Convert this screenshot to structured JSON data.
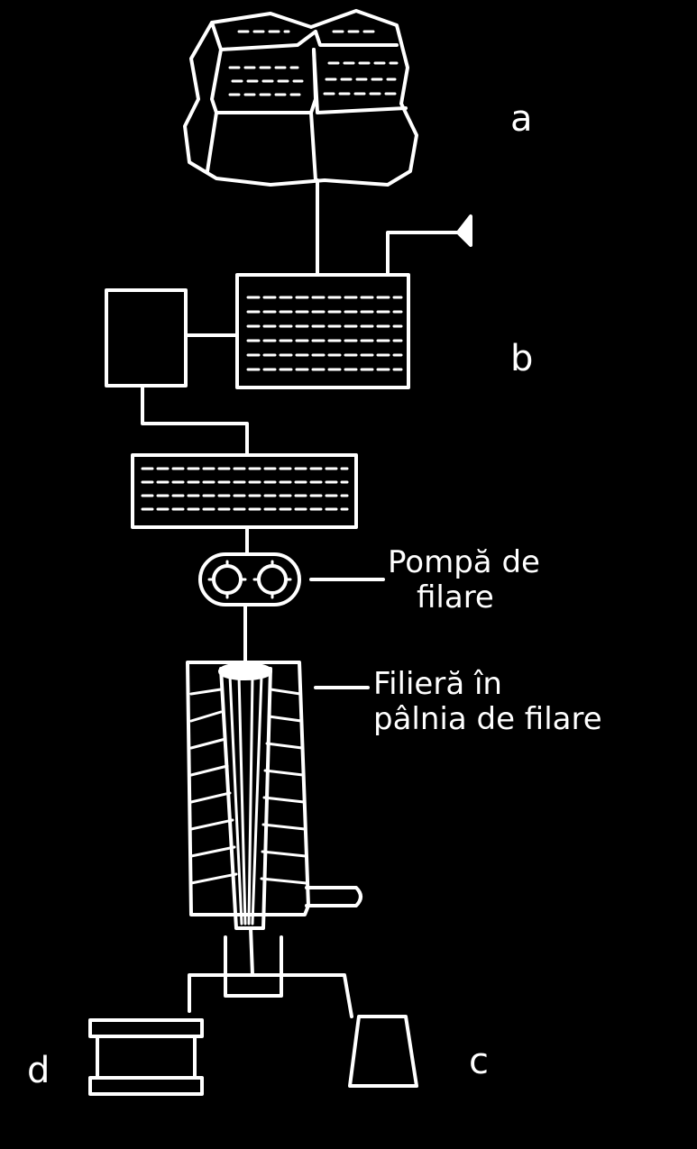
{
  "labels": {
    "a": "a",
    "b": "b",
    "c": "c",
    "d": "d"
  },
  "callouts": {
    "pump_line1": "Pompă de",
    "pump_line2": "filare",
    "spinneret_line1": "Filieră în",
    "spinneret_line2": "pâlnia de filare"
  },
  "colors": {
    "background": "#000000",
    "line": "#ffffff"
  }
}
